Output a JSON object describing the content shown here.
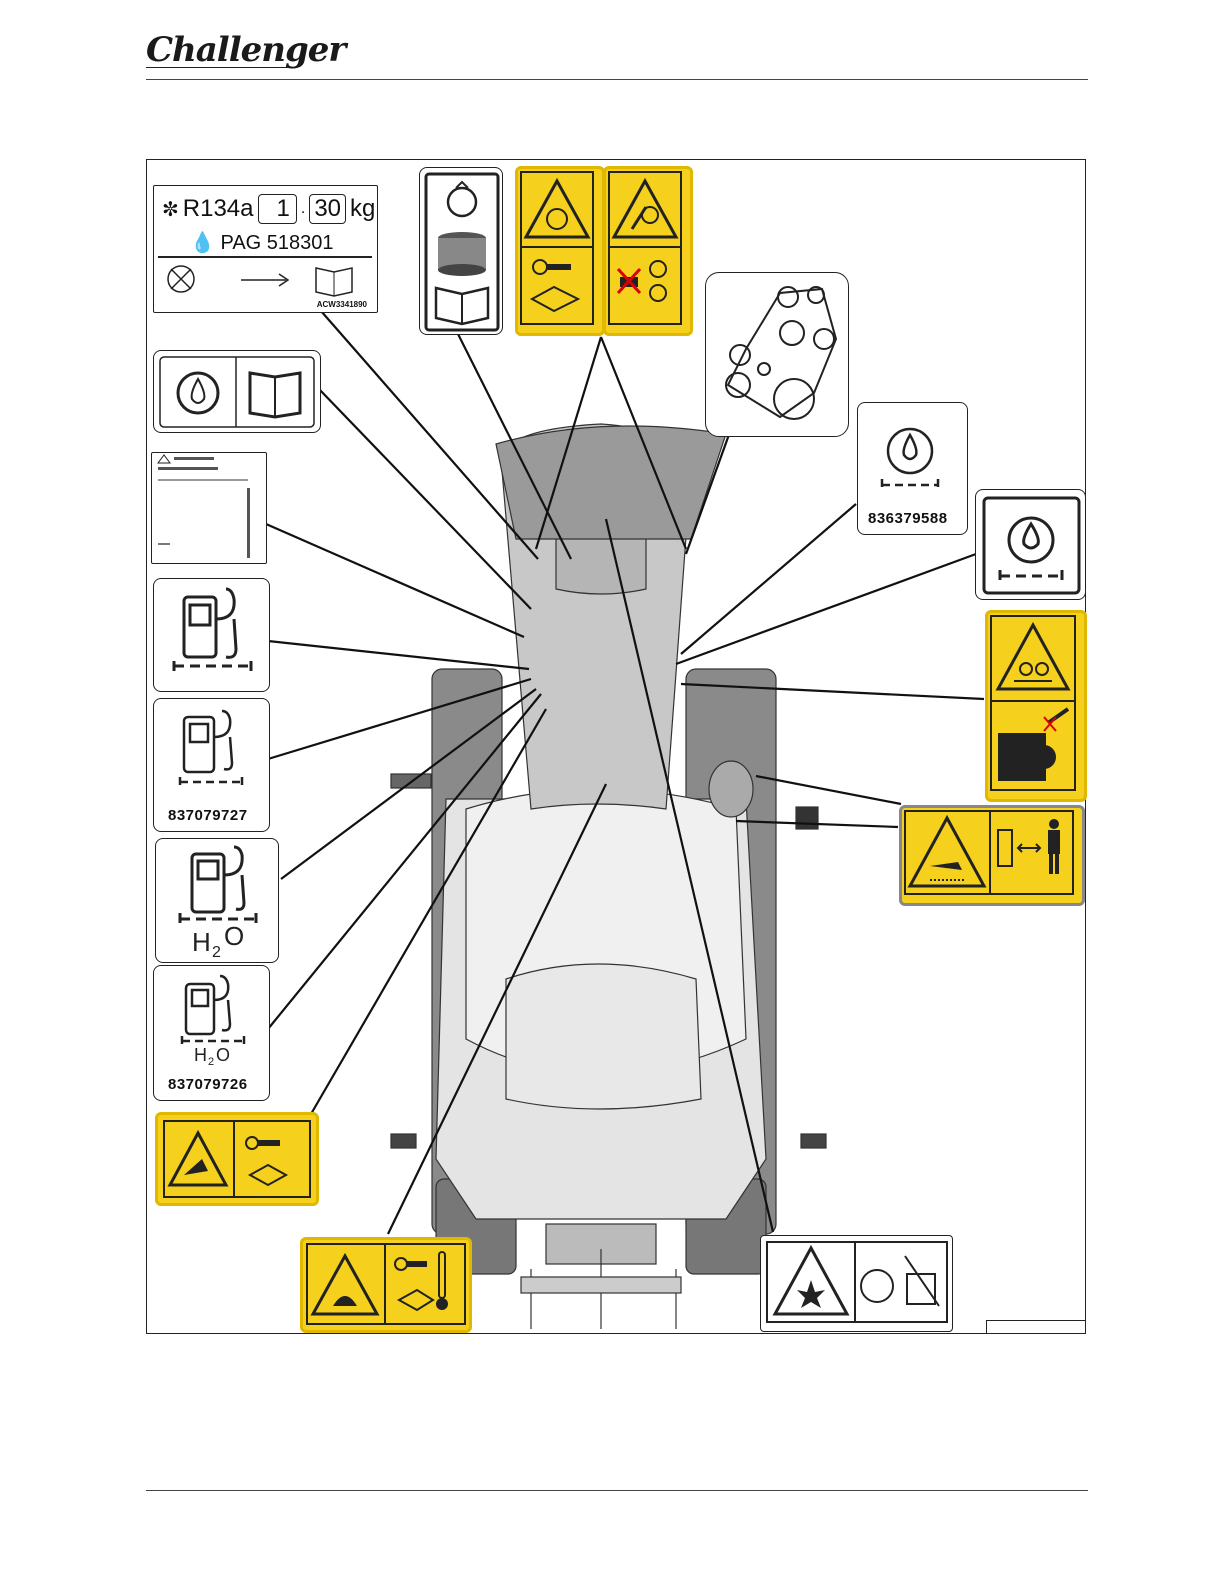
{
  "header": {
    "brand": "Challenger"
  },
  "decals": {
    "refrigerant": {
      "gas": "R134a",
      "amount_int": "1",
      "amount_dec": "30",
      "unit": "kg",
      "oil": "PAG 518301",
      "code": "ACW3341890"
    },
    "fuel_1": {
      "code": "837079727"
    },
    "fuel_h2o": {
      "code": "837079726"
    },
    "engine_oil": {
      "code": "836379588"
    }
  }
}
